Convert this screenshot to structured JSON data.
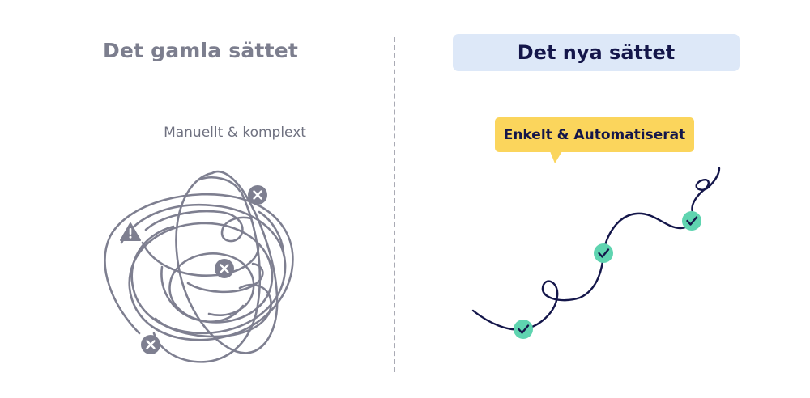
{
  "old_way": {
    "title": "Det gamla sättet",
    "subtitle": "Manuellt & komplext"
  },
  "new_way": {
    "title": "Det nya sättet",
    "bubble": "Enkelt & Automatiserat"
  },
  "icons": {
    "old": [
      "warning-icon",
      "error-x-icon",
      "error-x-icon",
      "error-x-icon"
    ],
    "new": [
      "check-icon",
      "check-icon",
      "check-icon"
    ]
  },
  "colors": {
    "old_text": "#7c7e8e",
    "scribble": "#7e7f90",
    "new_title_bg": "#dde8f8",
    "new_text": "#14164a",
    "bubble": "#fbd55c",
    "check": "#5fd4b0",
    "path": "#14164a"
  }
}
